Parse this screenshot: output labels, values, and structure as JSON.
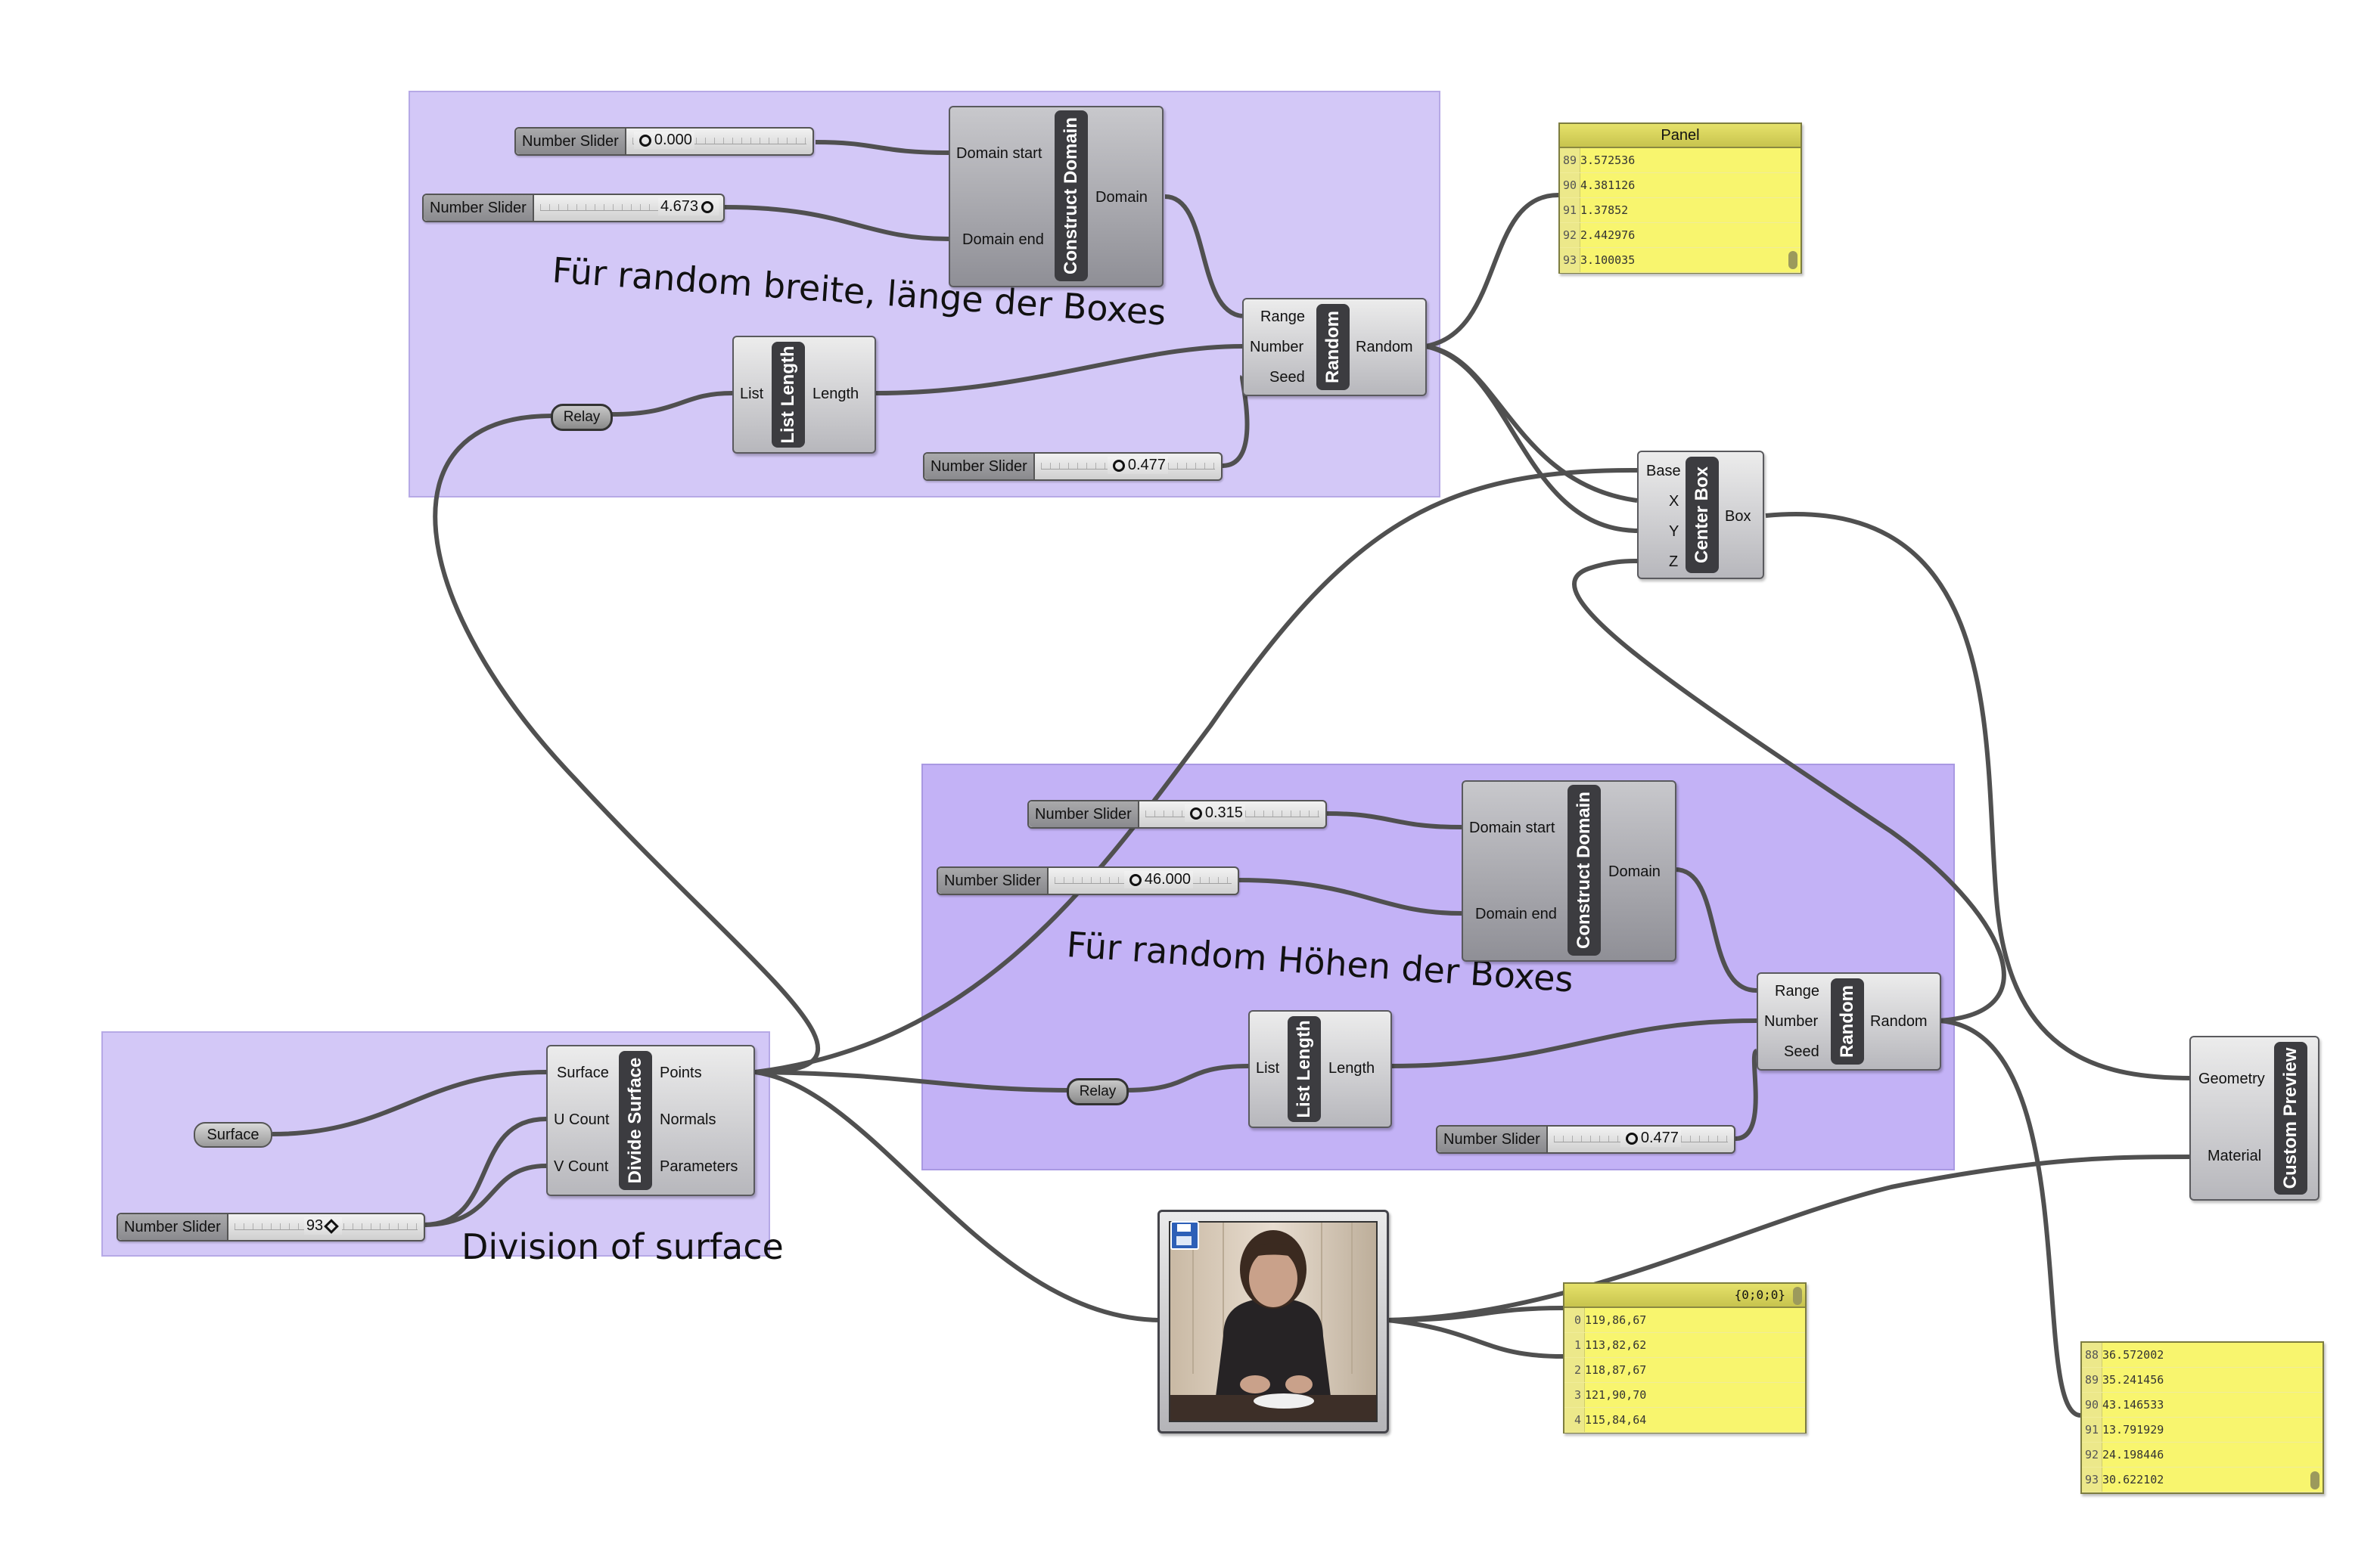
{
  "groups": {
    "top_label": "Für random breite, länge der Boxes",
    "middle_label": "Für random Höhen der Boxes",
    "left_label": "Division of surface"
  },
  "sliders": {
    "s1": {
      "name": "Number Slider",
      "value": "0.000"
    },
    "s2": {
      "name": "Number Slider",
      "value": "4.673"
    },
    "s3": {
      "name": "Number Slider",
      "value": "0.477"
    },
    "s4": {
      "name": "Number Slider",
      "value": "0.315"
    },
    "s5": {
      "name": "Number Slider",
      "value": "46.000"
    },
    "s6": {
      "name": "Number Slider",
      "value": "0.477"
    },
    "s7": {
      "name": "Number Slider",
      "value": "93"
    }
  },
  "components": {
    "construct_domain_top": {
      "title": "Construct Domain",
      "in1": "Domain start",
      "in2": "Domain end",
      "out": "Domain"
    },
    "random_top": {
      "title": "Random",
      "in1": "Range",
      "in2": "Number",
      "in3": "Seed",
      "out": "Random"
    },
    "list_length_top": {
      "title": "List Length",
      "in": "List",
      "out": "Length"
    },
    "relay_top": "Relay",
    "center_box": {
      "title": "Center Box",
      "in1": "Base",
      "in2": "X",
      "in3": "Y",
      "in4": "Z",
      "out": "Box"
    },
    "construct_domain_mid": {
      "title": "Construct Domain",
      "in1": "Domain start",
      "in2": "Domain end",
      "out": "Domain"
    },
    "random_mid": {
      "title": "Random",
      "in1": "Range",
      "in2": "Number",
      "in3": "Seed",
      "out": "Random"
    },
    "list_length_mid": {
      "title": "List Length",
      "in": "List",
      "out": "Length"
    },
    "relay_mid": "Relay",
    "divide_surface": {
      "title": "Divide Surface",
      "in1": "Surface",
      "in2": "U Count",
      "in3": "V Count",
      "out1": "Points",
      "out2": "Normals",
      "out3": "Parameters"
    },
    "surface_param": "Surface",
    "custom_preview": {
      "title": "Custom Preview",
      "in1": "Geometry",
      "in2": "Material"
    }
  },
  "panels": {
    "panel_top": {
      "title": "Panel",
      "rows": [
        {
          "i": "89",
          "v": "3.572536"
        },
        {
          "i": "90",
          "v": "4.381126"
        },
        {
          "i": "91",
          "v": "1.37852"
        },
        {
          "i": "92",
          "v": "2.442976"
        },
        {
          "i": "93",
          "v": "3.100035"
        }
      ]
    },
    "panel_colors": {
      "path": "{0;0;0}",
      "rows": [
        {
          "i": "0",
          "v": "119,86,67"
        },
        {
          "i": "1",
          "v": "113,82,62"
        },
        {
          "i": "2",
          "v": "118,87,67"
        },
        {
          "i": "3",
          "v": "121,90,70"
        },
        {
          "i": "4",
          "v": "115,84,64"
        }
      ]
    },
    "panel_heights": {
      "rows": [
        {
          "i": "88",
          "v": "36.572002"
        },
        {
          "i": "89",
          "v": "35.241456"
        },
        {
          "i": "90",
          "v": "43.146533"
        },
        {
          "i": "91",
          "v": "13.791929"
        },
        {
          "i": "92",
          "v": "24.198446"
        },
        {
          "i": "93",
          "v": "30.622102"
        }
      ]
    }
  },
  "icons": {
    "save": "floppy-disk-icon"
  },
  "colors": {
    "group_light": "#d3c8f7",
    "group_mid": "#c3b2f6",
    "panel_yellow": "#f8f56e",
    "wire": "#505050"
  }
}
